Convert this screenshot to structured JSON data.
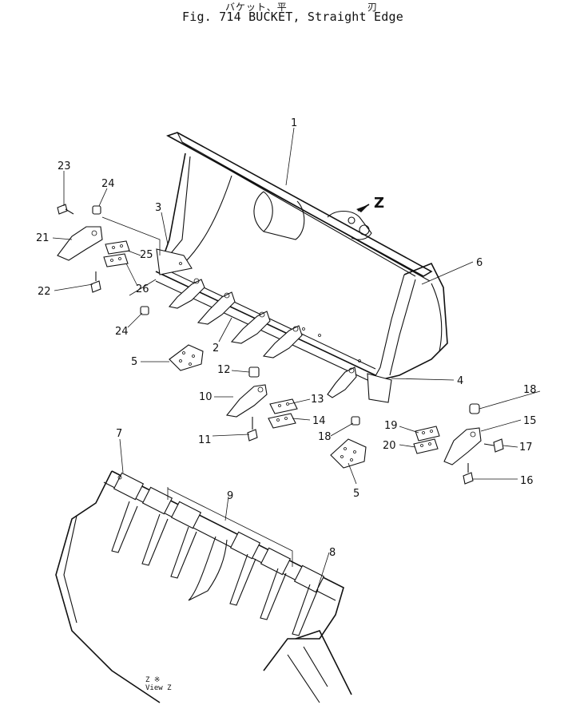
{
  "title": {
    "japanese_left": "バケット、平",
    "japanese_right": "刃",
    "english": "Fig. 714 BUCKET, Straight Edge"
  },
  "view_marker": "Z",
  "view_caption": {
    "line1": "Z  ※",
    "line2": "View Z"
  },
  "callouts": [
    "1",
    "2",
    "3",
    "4",
    "5",
    "5",
    "6",
    "7",
    "8",
    "9",
    "10",
    "11",
    "12",
    "13",
    "14",
    "15",
    "16",
    "17",
    "18",
    "18",
    "19",
    "20",
    "21",
    "22",
    "23",
    "24",
    "24",
    "25",
    "26"
  ]
}
